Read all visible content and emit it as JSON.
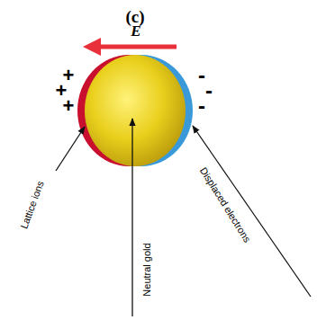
{
  "diagram": {
    "labels": [
      "(c)",
      "E",
      "+",
      "+",
      "+",
      "-",
      "-",
      "-",
      "Lattice ions",
      "Neutral gold",
      "Displaced electrons"
    ]
  }
}
